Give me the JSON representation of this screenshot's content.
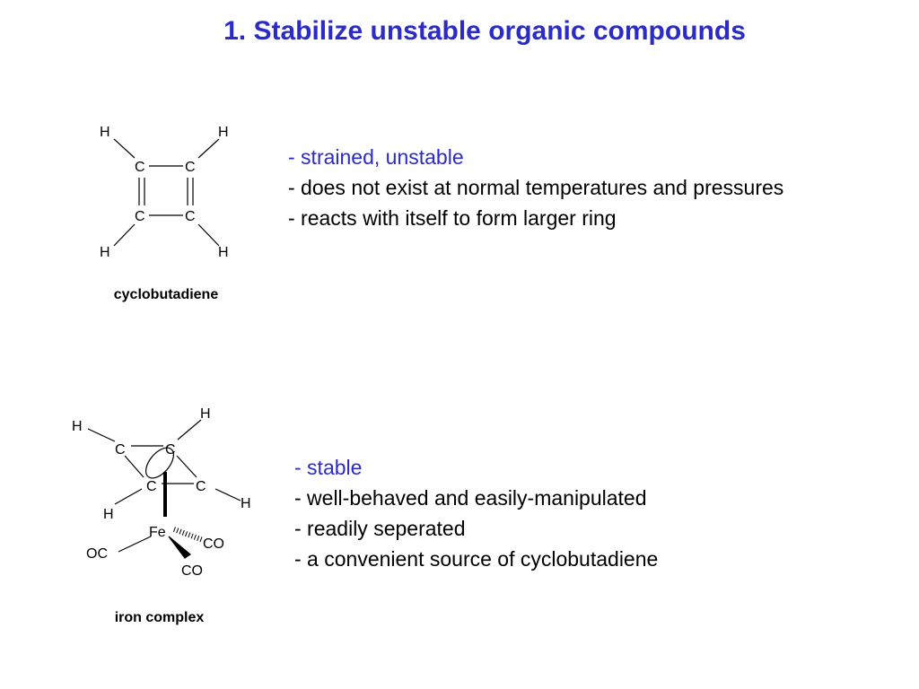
{
  "slide": {
    "title": "1. Stabilize unstable organic compounds",
    "accent_color": "#2b2bc8"
  },
  "section1": {
    "molecule": {
      "atoms": {
        "h_tl": "H",
        "h_tr": "H",
        "h_bl": "H",
        "h_br": "H",
        "c_tl": "C",
        "c_tr": "C",
        "c_bl": "C",
        "c_br": "C"
      }
    },
    "caption": "cyclobutadiene",
    "bullets": [
      "- strained, unstable",
      "- does not exist at normal temperatures and pressures",
      "- reacts with itself to form larger ring"
    ]
  },
  "section2": {
    "molecule": {
      "atoms": {
        "h_top_left": "H",
        "h_top_right": "H",
        "h_bot_left": "H",
        "h_bot_right": "H",
        "c_back_left": "C",
        "c_back_right": "C",
        "c_front_left": "C",
        "c_front_right": "C",
        "fe": "Fe",
        "co_right": "CO",
        "co_left": "OC",
        "co_bottom": "CO"
      }
    },
    "caption": "iron complex",
    "bullets": [
      "- stable",
      "- well-behaved and easily-manipulated",
      "- readily seperated",
      "- a convenient source of cyclobutadiene"
    ]
  }
}
